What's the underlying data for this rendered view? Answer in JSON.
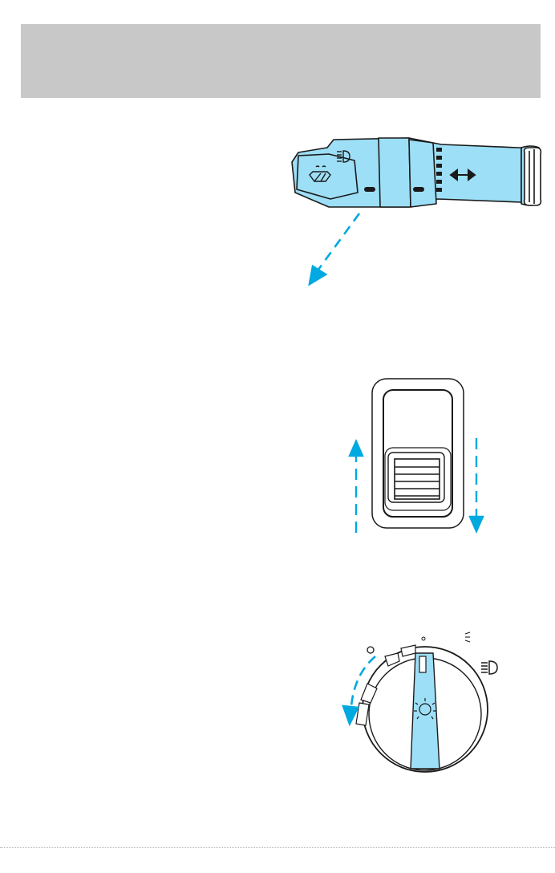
{
  "colors": {
    "header_band": "#c8c8c8",
    "accent_blue": "#00a9e0",
    "light_blue": "#9ddff6",
    "outline": "#1a1a1a"
  },
  "figures": [
    {
      "name": "multifunction-lever",
      "icons": [
        "headlamp-icon",
        "windshield-wiper-icon",
        "left-right-arrow-icon"
      ]
    },
    {
      "name": "panel-dimmer-thumbwheel",
      "icons": [
        "up-arrow-icon",
        "down-arrow-icon"
      ]
    },
    {
      "name": "headlamp-control-knob",
      "icons": [
        "parking-lamp-icon",
        "headlamp-icon",
        "dome-lamp-icon"
      ]
    }
  ]
}
